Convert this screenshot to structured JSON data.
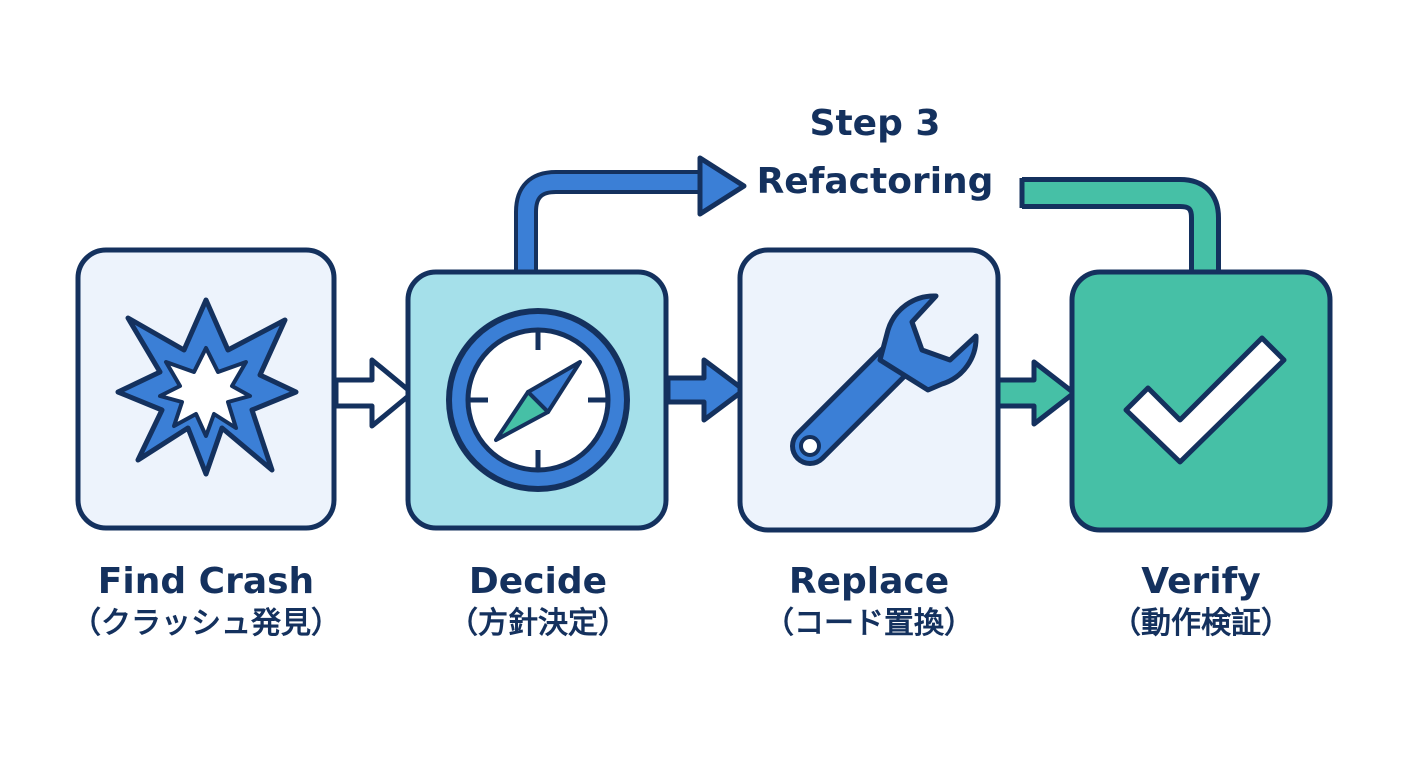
{
  "steps": [
    {
      "title": "Find Crash",
      "subtitle": "（クラッシュ発見）",
      "icon": "explosion-icon"
    },
    {
      "title": "Decide",
      "subtitle": "（方針決定）",
      "icon": "compass-icon"
    },
    {
      "title": "Replace",
      "subtitle": "（コード置換）",
      "icon": "wrench-icon"
    },
    {
      "title": "Verify",
      "subtitle": "（動作検証）",
      "icon": "checkmark-icon"
    }
  ],
  "refactoring": {
    "step": "Step 3",
    "title": "Refactoring"
  },
  "colors": {
    "outline": "#14315e",
    "blue": "#3b7fd6",
    "pale": "#edf3fc",
    "cyan": "#a5e0ea",
    "green": "#46c0a6",
    "white": "#ffffff"
  }
}
